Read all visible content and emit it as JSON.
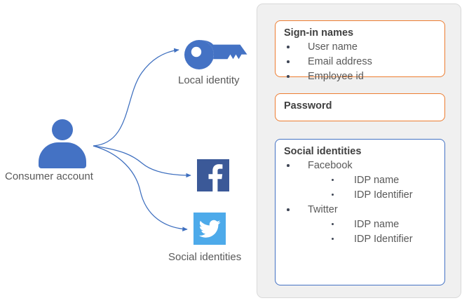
{
  "diagram": {
    "nodes": [
      {
        "id": "consumer-account",
        "label": "Consumer account",
        "icon": "person-icon"
      },
      {
        "id": "local-identity",
        "label": "Local identity",
        "icon": "key-icon"
      },
      {
        "id": "facebook",
        "label": "",
        "icon": "facebook-icon"
      },
      {
        "id": "twitter",
        "label": "Social identities",
        "icon": "twitter-icon"
      }
    ],
    "arrow_color": "#4472C4",
    "accent_person": "#4472C4",
    "facebook_color": "#3B5998",
    "twitter_color": "#4DAAEA"
  },
  "panel": {
    "background": "#F0F0F0",
    "boxes": [
      {
        "id": "sign-in-names",
        "title": "Sign-in names",
        "border_color": "#ED7D31",
        "items": [
          {
            "label": "User name"
          },
          {
            "label": "Email address"
          },
          {
            "label": "Employee id"
          }
        ]
      },
      {
        "id": "password",
        "title": "Password",
        "border_color": "#ED7D31",
        "items": []
      },
      {
        "id": "social-identities",
        "title": "Social identities",
        "border_color": "#4472C4",
        "items": [
          {
            "label": "Facebook",
            "children": [
              {
                "label": "IDP name"
              },
              {
                "label": "IDP Identifier"
              }
            ]
          },
          {
            "label": "Twitter",
            "children": [
              {
                "label": "IDP name"
              },
              {
                "label": "IDP Identifier"
              }
            ]
          }
        ]
      }
    ]
  }
}
